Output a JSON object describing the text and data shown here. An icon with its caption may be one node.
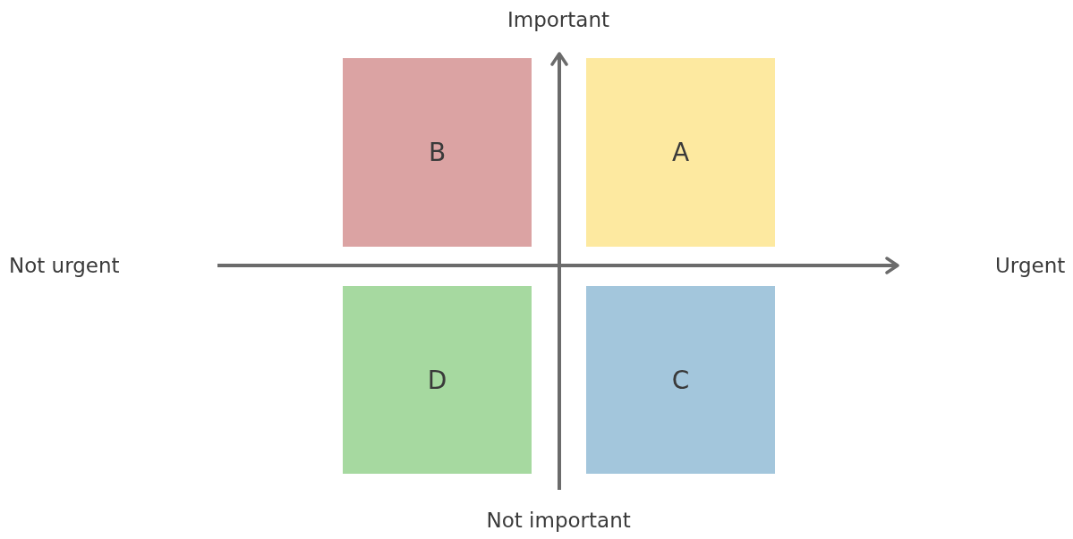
{
  "diagram": {
    "nodes": [
      {
        "text": [
          "B"
        ]
      },
      {
        "text": [
          "A"
        ]
      },
      {
        "text": [
          "D"
        ]
      },
      {
        "text": [
          "C"
        ]
      }
    ],
    "labels": [
      "Important",
      "Not urgent",
      "Urgent",
      "Not important"
    ]
  }
}
